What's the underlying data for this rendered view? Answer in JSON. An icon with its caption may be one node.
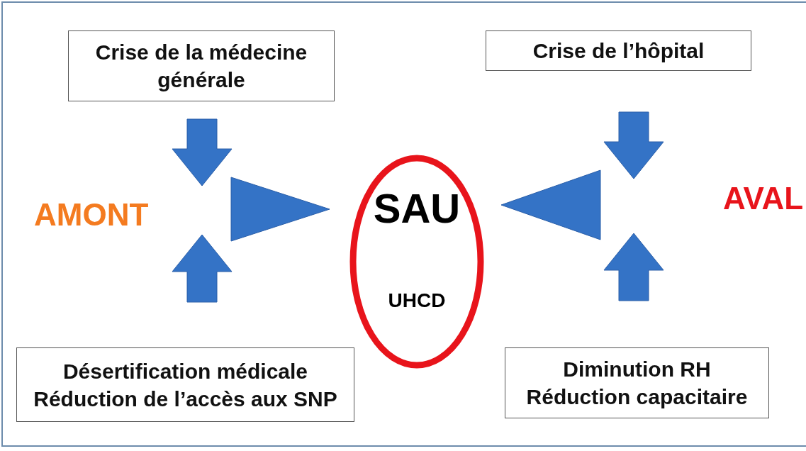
{
  "diagram": {
    "nodes": [
      {
        "text": [
          "Crise de la médecine générale"
        ]
      },
      {
        "text": [
          "Crise de l’hôpital"
        ]
      },
      {
        "text": [],
        "shape": "triangle"
      },
      {
        "text": [
          "SAU",
          "UHCD"
        ]
      },
      {
        "text": [],
        "shape": "triangle"
      },
      {
        "text": [
          "Désertification médicale",
          "Réduction de l’accès aux SNP"
        ]
      },
      {
        "text": [
          "Diminution RH",
          "Réduction capacitaire"
        ]
      }
    ],
    "edges": [
      {
        "from": 0,
        "to": 2,
        "arrow": "to"
      },
      {
        "from": 5,
        "to": 2,
        "arrow": "to"
      },
      {
        "from": 1,
        "to": 4,
        "arrow": "to"
      },
      {
        "from": 6,
        "to": 4,
        "arrow": "to"
      }
    ],
    "labels": [
      "AMONT",
      "AVAL"
    ]
  }
}
